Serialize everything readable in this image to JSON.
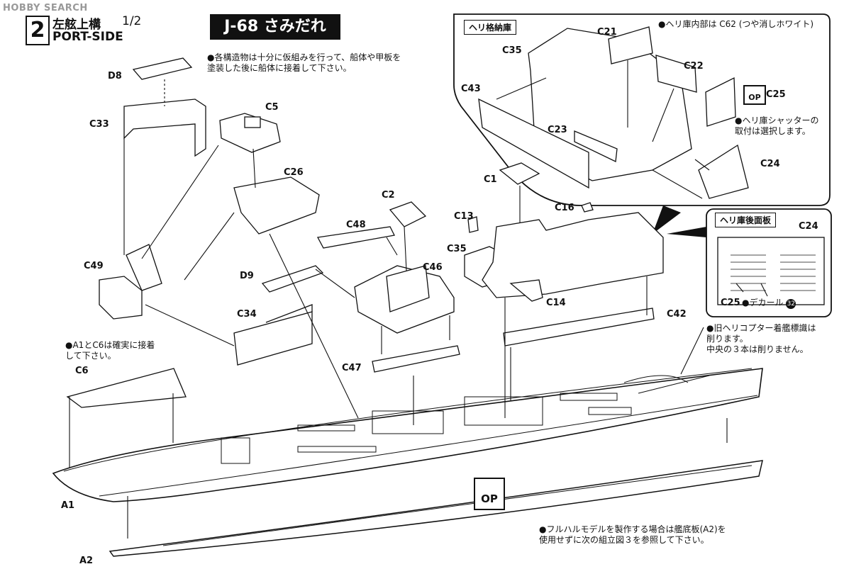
{
  "watermark": "HOBBY SEARCH",
  "step": {
    "number": "2",
    "title_jp": "左舷上構",
    "page": "1/2",
    "title_en": "PORT-SIDE"
  },
  "ship_title": "J-68 さみだれ",
  "notes": {
    "assembly": [
      "●各構造物は十分に仮組みを行って、船体や甲板を",
      "塗装した後に船体に接着して下さい。"
    ],
    "hangar_interior": "●ヘリ庫内部は C62 (つや消しホワイト)",
    "shutter": [
      "●ヘリ庫シャッターの",
      "取付は選択します。"
    ],
    "a1c6": [
      "●A1とC6は確実に接着",
      "して下さい。"
    ],
    "old_heli": [
      "●旧ヘリコプター着艦標識は",
      "削ります。",
      "中央の３本は削りません。"
    ],
    "full_hull": [
      "●フルハルモデルを製作する場合は艦底板(A2)を",
      "使用せずに次の組立図３を参照して下さい。"
    ]
  },
  "insets": {
    "hangar_title": "ヘリ格納庫",
    "rear_panel_title": "ヘリ庫後面板",
    "decal_label": "●デカール",
    "decal_number": "32"
  },
  "op": {
    "label": "OP"
  },
  "labels": {
    "D8": "D8",
    "C33": "C33",
    "C5": "C5",
    "C26": "C26",
    "C49": "C49",
    "D9": "D9",
    "C34": "C34",
    "C6": "C6",
    "A1": "A1",
    "A2": "A2",
    "C2": "C2",
    "C48": "C48",
    "C46": "C46",
    "C47": "C47",
    "C1": "C1",
    "C13": "C13",
    "C35": "C35",
    "C16": "C16",
    "C14": "C14",
    "C42": "C42",
    "C21": "C21",
    "C22": "C22",
    "C43": "C43",
    "C23": "C23",
    "C25": "C25",
    "C24": "C24"
  }
}
